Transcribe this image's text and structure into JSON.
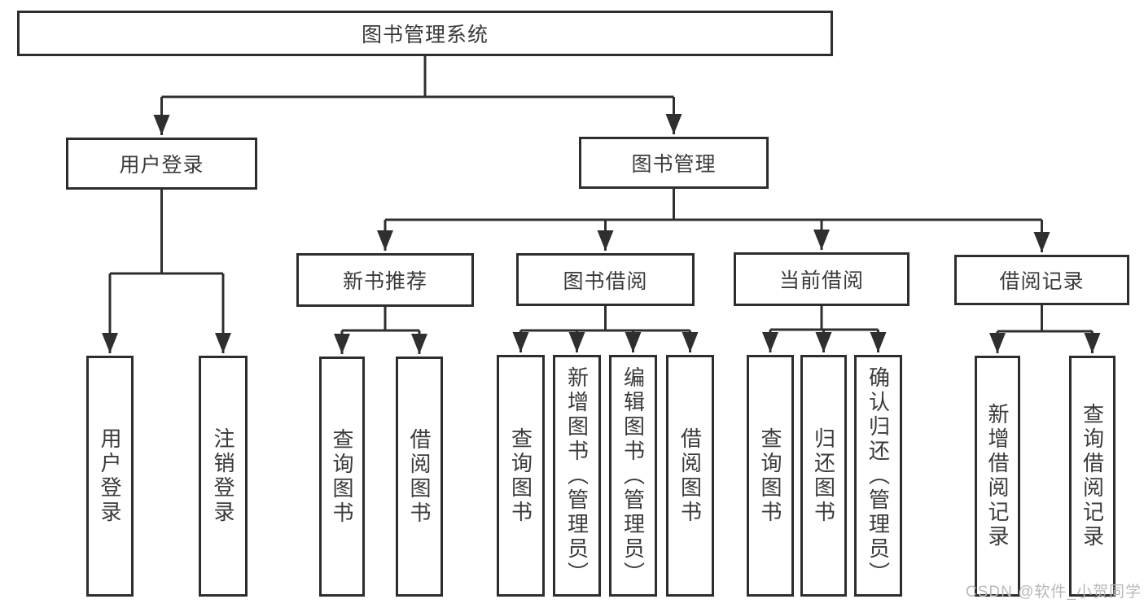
{
  "diagram": {
    "type": "hierarchy-tree",
    "root": {
      "label": "图书管理系统"
    },
    "branches": [
      {
        "label": "用户登录",
        "children": [
          {
            "label": "用户登录"
          },
          {
            "label": "注销登录"
          }
        ]
      },
      {
        "label": "图书管理",
        "children": [
          {
            "label": "新书推荐",
            "children": [
              {
                "label": "查询图书"
              },
              {
                "label": "借阅图书"
              }
            ]
          },
          {
            "label": "图书借阅",
            "children": [
              {
                "label": "查询图书"
              },
              {
                "label": "新增图书（管理员）"
              },
              {
                "label": "编辑图书（管理员）"
              },
              {
                "label": "借阅图书"
              }
            ]
          },
          {
            "label": "当前借阅",
            "children": [
              {
                "label": "查询图书"
              },
              {
                "label": "归还图书"
              },
              {
                "label": "确认归还（管理员）"
              }
            ]
          },
          {
            "label": "借阅记录",
            "children": [
              {
                "label": "新增借阅记录"
              },
              {
                "label": "查询借阅记录"
              }
            ]
          }
        ]
      }
    ]
  },
  "watermark": {
    "text": "CSDN @软件_小贺同学"
  },
  "colors": {
    "background": "#ffffff",
    "line": "#2f2f2f",
    "node_border": "#2d2d2d",
    "text": "#3a3a3a",
    "watermark": "#b8b8b8"
  }
}
